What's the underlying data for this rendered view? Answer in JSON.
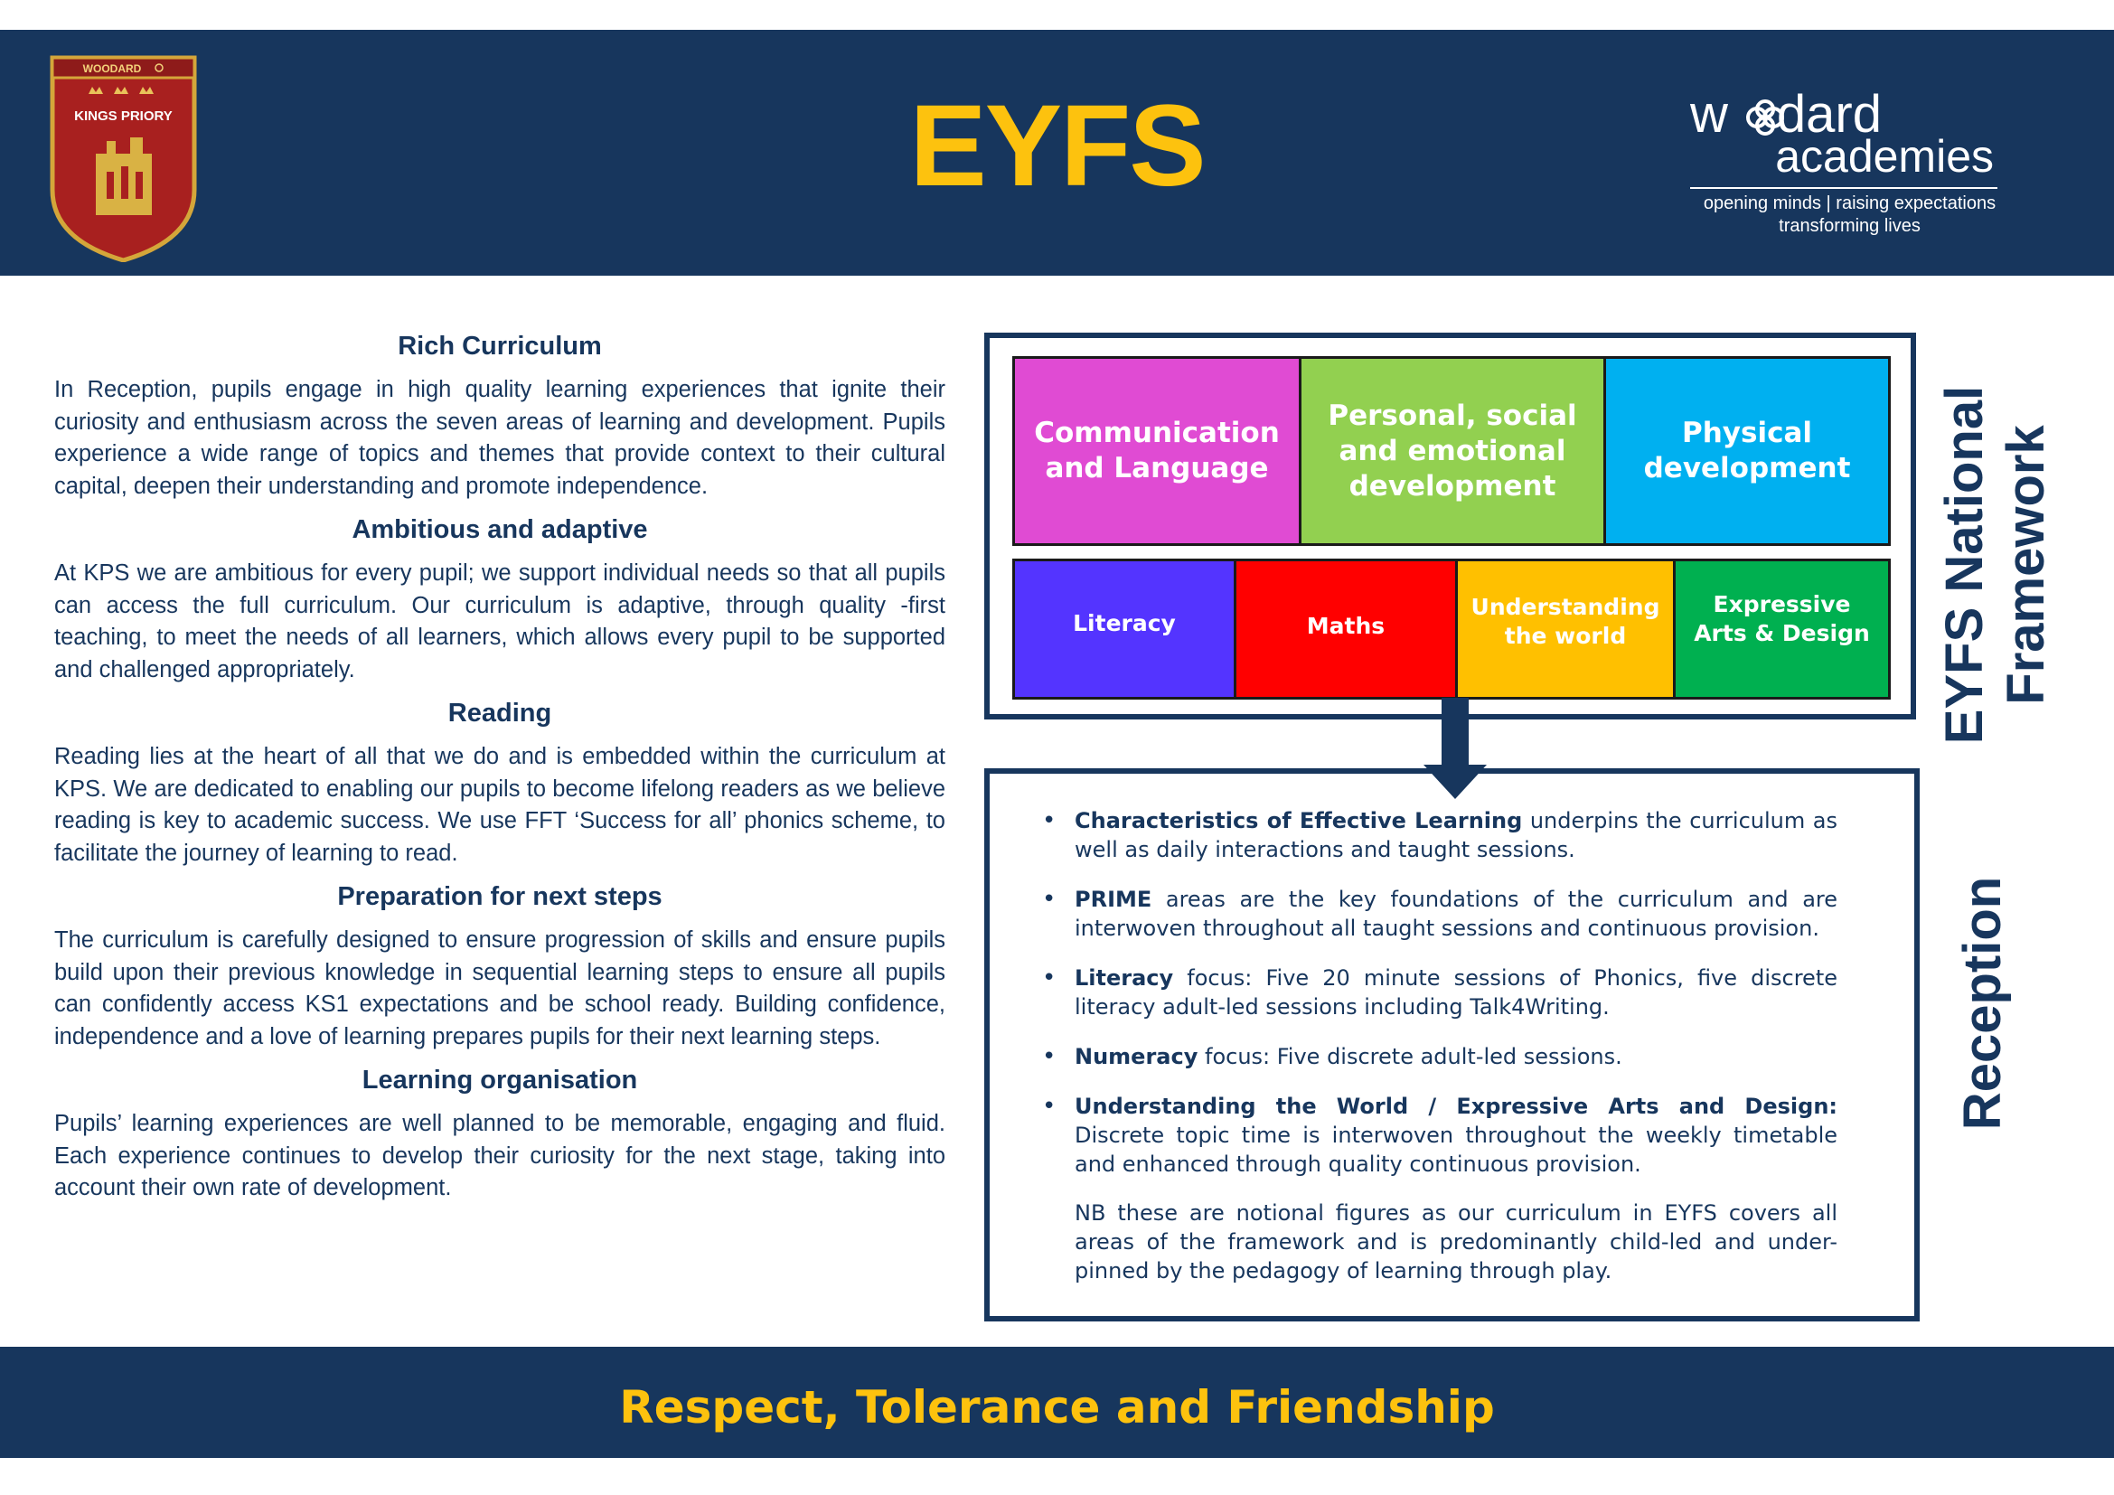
{
  "header": {
    "title": "EYFS",
    "crest": {
      "top_label": "WOODARD",
      "name": "KINGS PRIORY"
    },
    "logo": {
      "word1": "w",
      "word1_rest": "dard",
      "word2": "academies",
      "tagline1": "opening minds | raising expectations",
      "tagline2": "transforming lives"
    },
    "colors": {
      "band": "#17365d",
      "title": "#fdc20e"
    }
  },
  "sections": [
    {
      "heading": "Rich Curriculum",
      "body": "In Reception, pupils engage in high quality learning experiences that ignite their curiosity and enthusiasm across the seven areas of learning and development. Pupils experience a wide range of topics and themes that provide context to their cultural capital, deepen their understanding and promote independence."
    },
    {
      "heading": "Ambitious and adaptive",
      "body": "At KPS we are ambitious for every pupil; we support individual needs so that all pupils can access the full curriculum. Our curriculum is adaptive, through quality -first teaching, to meet the needs of all learners, which allows every pupil to be supported and challenged appropriately."
    },
    {
      "heading": "Reading",
      "body": "Reading lies at the heart of all that we do and is embedded within the curriculum at KPS. We are dedicated to enabling our pupils to become lifelong readers as we believe reading is key to academic success. We use FFT ‘Success for all’ phonics scheme, to facilitate the journey of learning to read."
    },
    {
      "heading": "Preparation for next steps",
      "body": "The curriculum is carefully designed to ensure progression of skills and ensure pupils build upon their previous knowledge in sequential learning steps to ensure all pupils can confidently access KS1 expectations and be school ready. Building confidence, independence and a love of learning prepares pupils for their next learning steps."
    },
    {
      "heading": "Learning organisation",
      "body": "Pupils’ learning experiences are well planned to be memorable, engaging and fluid.  Each experience continues to develop their curiosity for the next stage, taking into account their own rate of development."
    }
  ],
  "framework": {
    "side_label_line1": "EYFS National",
    "side_label_line2": "Framework",
    "prime": [
      {
        "label": "Communication and Language",
        "color": "#e04bd3"
      },
      {
        "label": "Personal, social and emotional development",
        "color": "#92d050"
      },
      {
        "label": "Physical development",
        "color": "#00b0f0"
      }
    ],
    "specific": [
      {
        "label": "Literacy",
        "color": "#5434ff"
      },
      {
        "label": "Maths",
        "color": "#ff0000"
      },
      {
        "label": "Understanding the world",
        "color": "#ffc000"
      },
      {
        "label": "Expressive Arts & Design",
        "color": "#00b050"
      }
    ]
  },
  "reception": {
    "side_label": "Reception",
    "bullets": [
      {
        "bold": "Characteristics of Effective Learning",
        "text": " underpins the curriculum as well as daily interactions and taught sessions."
      },
      {
        "bold": "PRIME",
        "text": " areas are the key foundations of the curriculum and are interwoven throughout all taught sessions and continuous provision."
      },
      {
        "bold": "Literacy",
        "text": " focus: Five 20 minute sessions of Phonics, five discrete literacy adult-led sessions including Talk4Writing."
      },
      {
        "bold": "Numeracy",
        "text": " focus: Five discrete adult-led sessions."
      },
      {
        "bold": "Understanding the World / Expressive Arts and Design:",
        "text": " Discrete topic time is interwoven throughout the weekly timetable and enhanced through quality continuous provision."
      }
    ],
    "note": "NB these are notional figures as our curriculum in EYFS covers all areas of the framework and is predominantly child-led and under-pinned by the pedagogy of learning through play."
  },
  "footer": {
    "motto": "Respect, Tolerance and Friendship"
  }
}
